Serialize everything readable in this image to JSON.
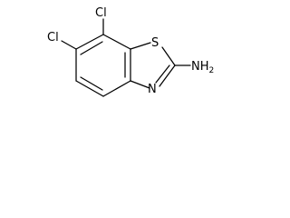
{
  "structure": {
    "atoms": {
      "cl_top": "Cl",
      "cl_left": "Cl",
      "sulfur": "S",
      "nitrogen_ring": "N",
      "amine_main": "NH",
      "amine_sub": "2"
    }
  }
}
